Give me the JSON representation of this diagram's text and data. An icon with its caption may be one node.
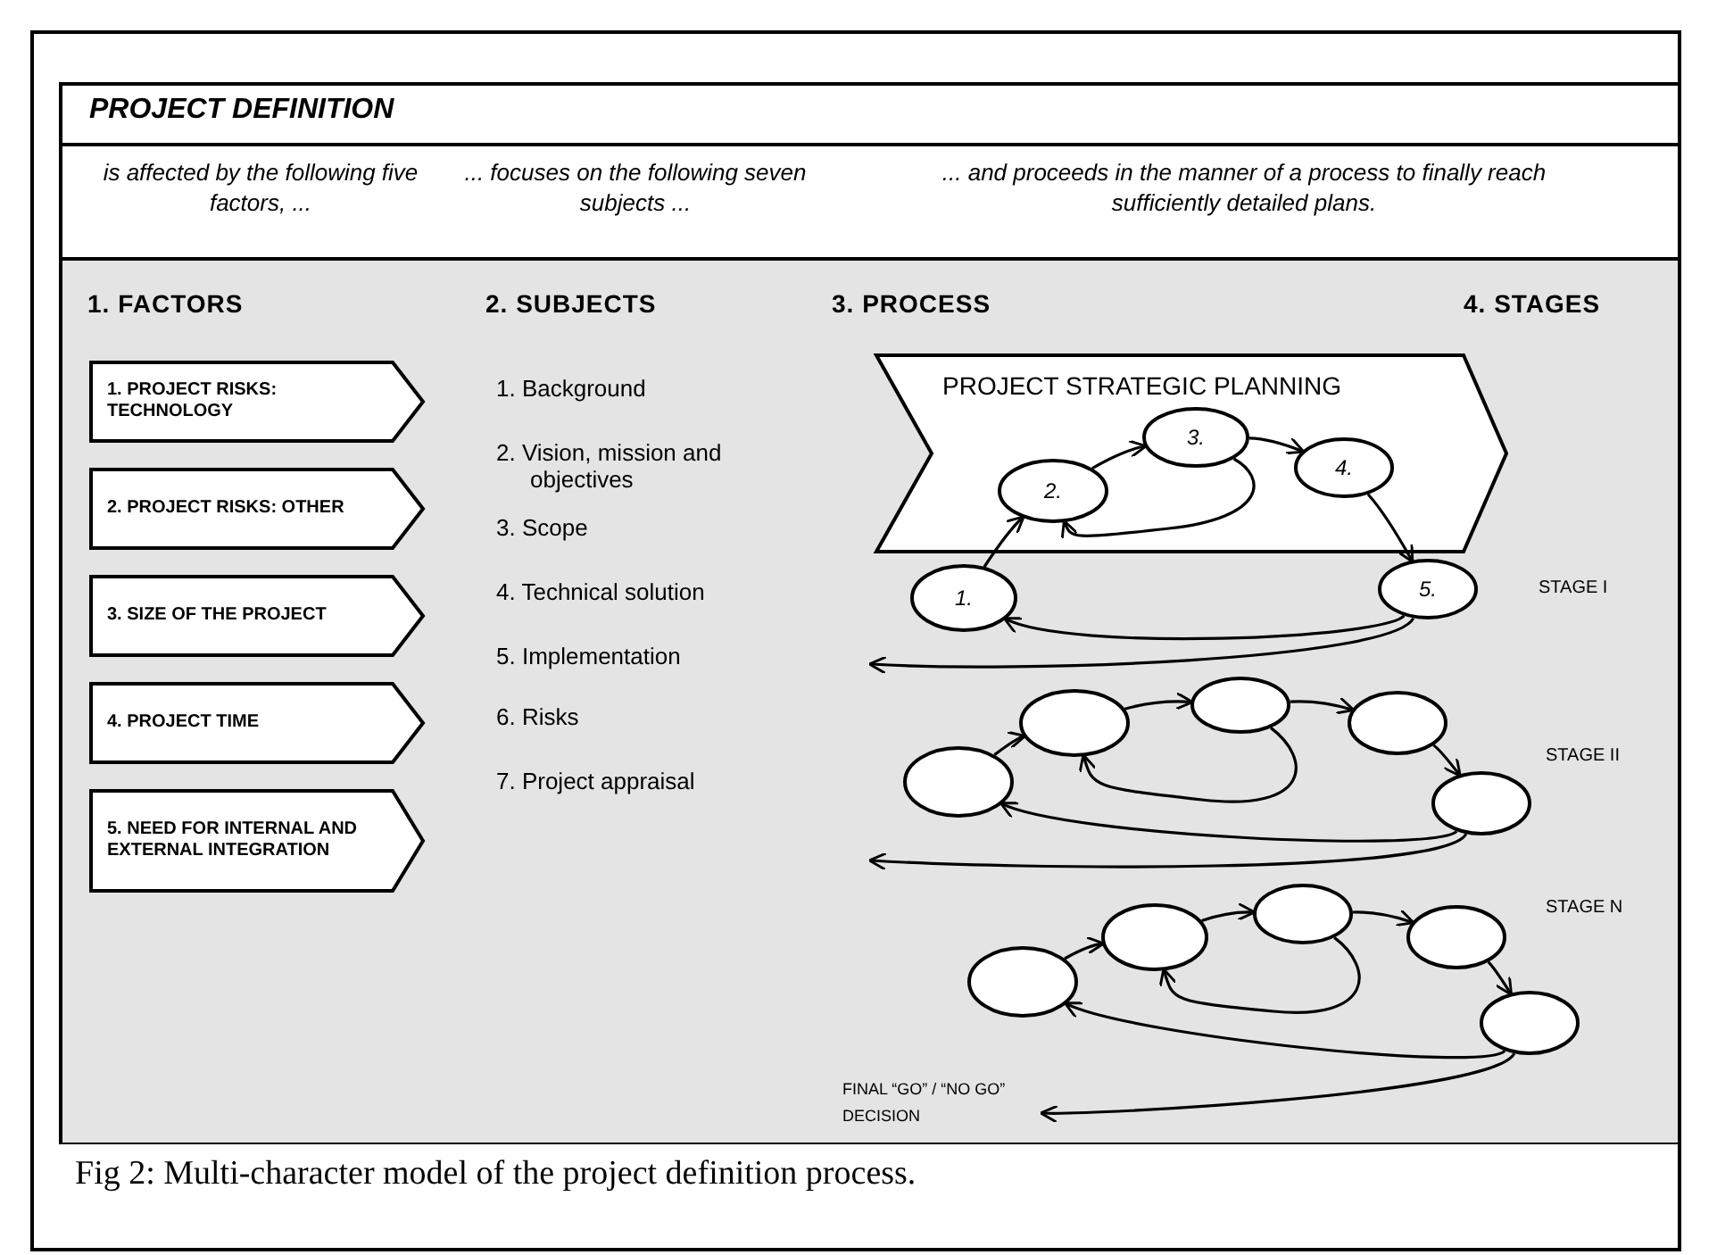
{
  "diagram": {
    "title": "PROJECT DEFINITION",
    "caption": "Fig 2:  Multi-character model of the project definition process.",
    "nodes": [
      {
        "text": [
          "1.  FACTORS"
        ]
      },
      {
        "text": [
          "1.  PROJECT RISKS: TECHNOLOGY"
        ],
        "in": 0
      },
      {
        "text": [
          "2.  PROJECT RISKS: OTHER"
        ],
        "in": 0
      },
      {
        "text": [
          "3.  SIZE OF THE PROJECT"
        ],
        "in": 0
      },
      {
        "text": [
          "4. PROJECT TIME"
        ],
        "in": 0
      },
      {
        "text": [
          "5.  NEED FOR INTERNAL AND EXTERNAL INTEGRATION"
        ],
        "in": 0
      },
      {
        "text": [
          "2.  SUBJECTS"
        ]
      },
      {
        "text": [
          "3.  PROCESS"
        ]
      },
      {
        "text": [
          "PROJECT STRATEGIC PLANNING"
        ],
        "in": 7
      },
      {
        "text": [
          "1."
        ],
        "in": 7
      },
      {
        "text": [
          "2."
        ],
        "in": 8
      },
      {
        "text": [
          "3."
        ],
        "in": 8
      },
      {
        "text": [
          "4."
        ],
        "in": 8
      },
      {
        "text": [
          "5."
        ],
        "in": 7
      },
      {
        "text": [],
        "shape": "ellipse",
        "in": 7
      },
      {
        "text": [],
        "shape": "ellipse",
        "in": 7
      },
      {
        "text": [],
        "shape": "ellipse",
        "in": 7
      },
      {
        "text": [],
        "shape": "ellipse",
        "in": 7
      },
      {
        "text": [],
        "shape": "ellipse",
        "in": 7
      },
      {
        "text": [],
        "shape": "ellipse",
        "in": 7
      },
      {
        "text": [],
        "shape": "ellipse",
        "in": 7
      },
      {
        "text": [],
        "shape": "ellipse",
        "in": 7
      },
      {
        "text": [],
        "shape": "ellipse",
        "in": 7
      },
      {
        "text": [],
        "shape": "ellipse",
        "in": 7
      },
      {
        "text": [
          "FINAL “GO” / “NO GO” DECISION"
        ],
        "in": 7
      }
    ],
    "edges": [
      {
        "from": 9,
        "to": 10,
        "arrow": "to"
      },
      {
        "from": 10,
        "to": 11,
        "arrow": "to"
      },
      {
        "from": 11,
        "to": 12,
        "arrow": "to"
      },
      {
        "from": 12,
        "to": 13,
        "arrow": "to"
      },
      {
        "from": 11,
        "to": 10,
        "arrow": "to"
      },
      {
        "from": 13,
        "to": 9,
        "arrow": "to"
      },
      {
        "from": 13,
        "to": null,
        "arrow": "to"
      },
      {
        "from": 14,
        "to": 15,
        "arrow": "to"
      },
      {
        "from": 15,
        "to": 16,
        "arrow": "to"
      },
      {
        "from": 16,
        "to": 17,
        "arrow": "to"
      },
      {
        "from": 17,
        "to": 18,
        "arrow": "to"
      },
      {
        "from": 16,
        "to": 15,
        "arrow": "to"
      },
      {
        "from": 18,
        "to": 14,
        "arrow": "to"
      },
      {
        "from": 18,
        "to": null,
        "arrow": "to"
      },
      {
        "from": 19,
        "to": 20,
        "arrow": "to"
      },
      {
        "from": 20,
        "to": 21,
        "arrow": "to"
      },
      {
        "from": 21,
        "to": 22,
        "arrow": "to"
      },
      {
        "from": 22,
        "to": 23,
        "arrow": "to"
      },
      {
        "from": 21,
        "to": 20,
        "arrow": "to"
      },
      {
        "from": 23,
        "to": 19,
        "arrow": "to"
      },
      {
        "from": 23,
        "to": 24,
        "arrow": "to"
      }
    ],
    "labels": [
      "is affected by the following five factors,  ...",
      "... focuses on the following seven subjects ...",
      "... and proceeds in the manner of a process to finally reach sufficiently detailed plans.",
      "4.  STAGES",
      "1.  Background",
      "2.  Vision, mission and objectives",
      "3.  Scope",
      "4.  Technical solution",
      "5.  Implementation",
      "6.  Risks",
      "7.  Project appraisal",
      "STAGE I",
      "STAGE II",
      "STAGE N"
    ]
  }
}
